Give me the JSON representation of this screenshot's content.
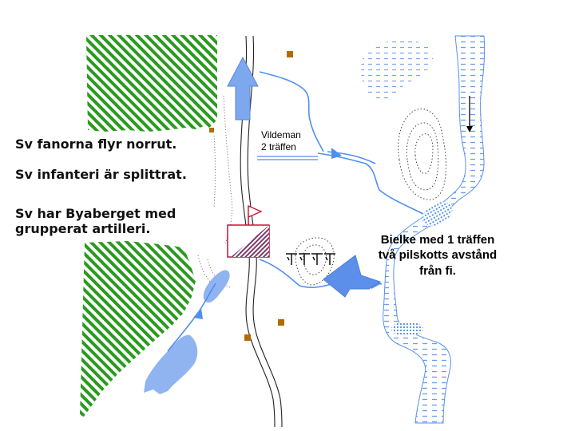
{
  "notes": [
    "Sv fanorna flyr norrut.",
    "Sv infanteri är splittrat.",
    "Sv har Byaberget med",
    "grupperat artilleri."
  ],
  "labels": {
    "vildeman_line1": "Vildeman",
    "vildeman_line2": "2 träffen",
    "bielke_line1": "Bielke med 1 träffen",
    "bielke_line2": "två pilskotts avstånd",
    "bielke_line3": "från fi."
  },
  "colors": {
    "forest": "#2a9a1e",
    "water": "#4f8ff0",
    "water_fill": "#8fb4f0",
    "arrow": "#7ea8ee",
    "swedish_unit": "#cc1133",
    "unit_fill": "#7a4a6a",
    "village": "#b36b00",
    "road": "#222222"
  },
  "icons": {
    "village": "brown-square-icon",
    "flag": "red-flag-icon",
    "artillery": "artillery-icon"
  }
}
